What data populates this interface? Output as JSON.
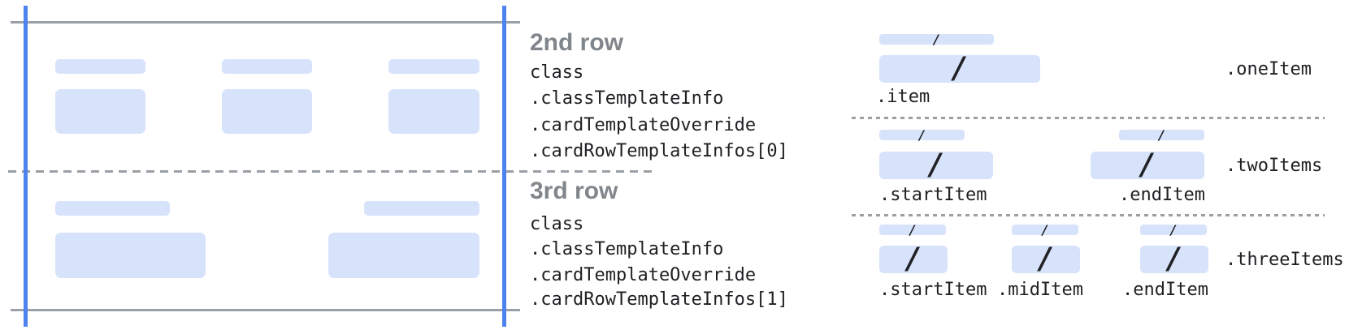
{
  "palette": {
    "placeholder_blue": "#d7e2fb",
    "guide_blue": "#4d83ee",
    "guide_gray": "#9aa0a6",
    "heading_gray": "#80868b",
    "text_dark": "#202124"
  },
  "slash": "/",
  "left_panel": {
    "row2": {
      "heading": "2nd row",
      "code_lines": [
        "class",
        ".classTemplateInfo",
        ".cardTemplateOverride",
        ".cardRowTemplateInfos[0]"
      ]
    },
    "row3": {
      "heading": "3rd row",
      "code_lines": [
        "class",
        ".classTemplateInfo",
        ".cardTemplateOverride",
        ".cardRowTemplateInfos[1]"
      ]
    }
  },
  "right_panel": {
    "one_item": {
      "group_label": ".oneItem",
      "item_labels": [
        ".item"
      ]
    },
    "two_items": {
      "group_label": ".twoItems",
      "item_labels": [
        ".startItem",
        ".endItem"
      ]
    },
    "three_items": {
      "group_label": ".threeItems",
      "item_labels": [
        ".startItem",
        ".midItem",
        ".endItem"
      ]
    }
  }
}
